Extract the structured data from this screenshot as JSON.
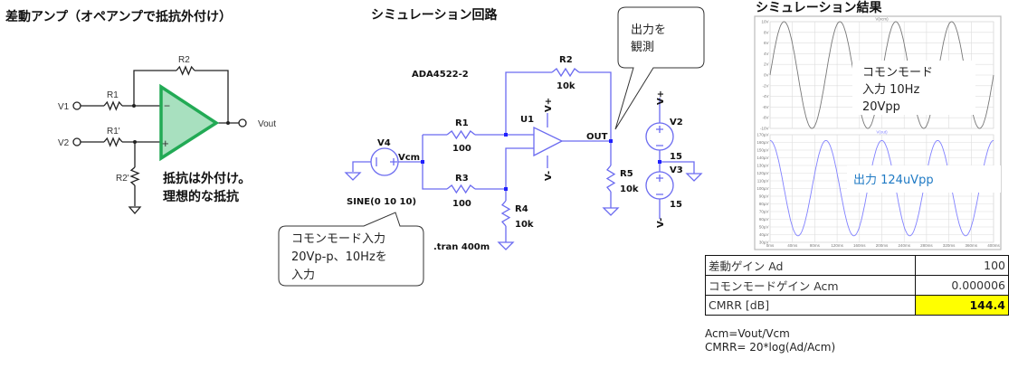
{
  "left": {
    "title": "差動アンプ（オペアンプで抵抗外付け）",
    "labels": {
      "v1": "V1",
      "v2": "V2",
      "r1": "R1",
      "r1p": "R1'",
      "r2": "R2",
      "r2p": "R2'",
      "vout": "Vout",
      "minus": "−",
      "plus": "+"
    },
    "note": [
      "抵抗は外付け。",
      "理想的な抵抗"
    ],
    "opamp_color": "#22aa55"
  },
  "middle": {
    "title": "シミュレーション回路",
    "part": "ADA4522-2",
    "labels": {
      "r1": "R1",
      "r1v": "100",
      "r2": "R2",
      "r2v": "10k",
      "r3": "R3",
      "r3v": "100",
      "r4": "R4",
      "r4v": "10k",
      "r5": "R5",
      "r5v": "10k",
      "u1": "U1",
      "out": "OUT",
      "v4": "V4",
      "vcm": "Vcm",
      "v2": "V2",
      "v2v": "15",
      "v3": "V3",
      "v3v": "15",
      "vplus": "V+",
      "vminus": "V-"
    },
    "sine": "SINE(0 10 10)",
    "tran": ".tran 400m",
    "callout_out": [
      "出力を",
      "観測"
    ],
    "callout_in": [
      "コモンモード入力",
      "20Vp-p、10Hzを",
      "入力"
    ],
    "wire_color": "#6b6bf0"
  },
  "results": {
    "title": "シミュレーション結果",
    "overlay_in": [
      "コモンモード",
      "入力 10Hz",
      " 20Vpp"
    ],
    "overlay_out": "出力 124uVpp",
    "overlay_out_color": "#1f7ac4"
  },
  "chart_data": [
    {
      "type": "line",
      "title": "V(vcm)",
      "x_unit": "ms",
      "xlim": [
        0,
        400
      ],
      "xticks": [
        0,
        40,
        80,
        120,
        160,
        200,
        240,
        280,
        320,
        360,
        400
      ],
      "ylim": [
        -10,
        10
      ],
      "yticks": [
        -10,
        -8,
        -6,
        -4,
        -2,
        0,
        2,
        4,
        6,
        8,
        10
      ],
      "y_unit": "V",
      "grid": true,
      "series": [
        {
          "name": "V(vcm)",
          "form": "sine",
          "offset": 0,
          "amplitude": 10,
          "frequency_hz": 10,
          "phase_deg": 0,
          "color": "#777777"
        }
      ]
    },
    {
      "type": "line",
      "title": "V(out)",
      "x_unit": "ms",
      "xlim": [
        0,
        400
      ],
      "xticks": [
        0,
        40,
        80,
        120,
        160,
        200,
        240,
        280,
        320,
        360,
        400
      ],
      "ylim": [
        30,
        170
      ],
      "yticks": [
        30,
        40,
        50,
        60,
        70,
        80,
        90,
        100,
        110,
        120,
        130,
        140,
        150,
        160,
        170
      ],
      "y_unit": "µV",
      "grid": true,
      "series": [
        {
          "name": "V(out)",
          "form": "sine",
          "offset": 100.5,
          "amplitude": 62,
          "frequency_hz": 10,
          "phase_deg": 90,
          "color": "#8080ff"
        }
      ]
    }
  ],
  "table": {
    "rows": [
      {
        "label": "差動ゲイン Ad",
        "value": "100"
      },
      {
        "label": "コモンモードゲイン Acm",
        "value": "0.000006"
      },
      {
        "label": "CMRR [dB]",
        "value": "144.4",
        "highlight": "#ffff00"
      }
    ]
  },
  "formulas": [
    "Acm=Vout/Vcm",
    "CMRR= 20*log(Ad/Acm)"
  ]
}
